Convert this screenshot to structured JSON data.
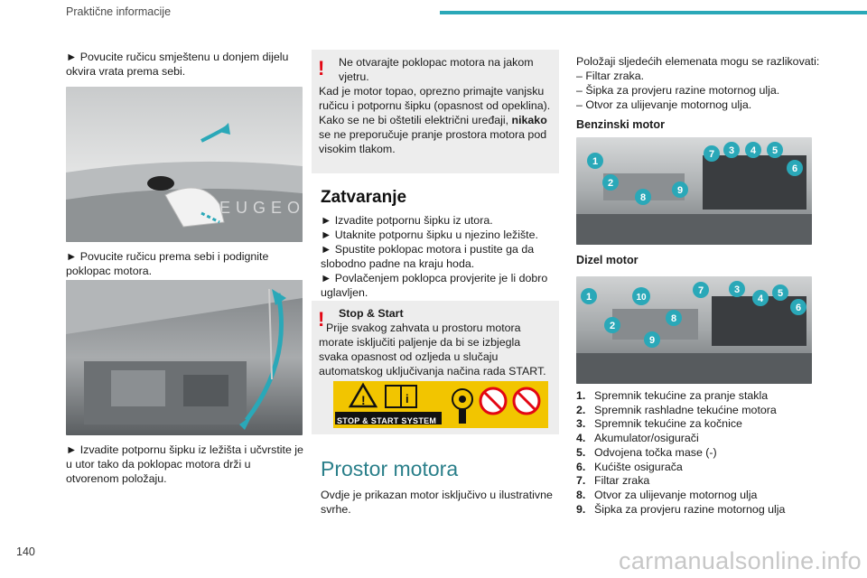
{
  "header": {
    "title": "Praktične informacije"
  },
  "page_number": "140",
  "watermark": "carmanualsonline.info",
  "col1": {
    "step1": "► Povucite ručicu smještenu u donjem dijelu okvira vrata prema sebi.",
    "step2": "► Povucite ručicu prema sebi i podignite poklopac motora.",
    "step3": "► Izvadite potpornu šipku iz ležišta i učvrstite je u utor tako da poklopac motora drži u otvorenom položaju."
  },
  "col2": {
    "warning1": {
      "line1": "Ne otvarajte poklopac motora na jakom vjetru.",
      "line2": "Kad je motor topao, oprezno primajte vanjsku ručicu i potpornu šipku (opasnost od opeklina).",
      "line3_pre": "Kako se ne bi oštetili električni uređaji, ",
      "line3_bold": "nikako",
      "line3_post": " se ne preporučuje pranje prostora motora pod visokim tlakom."
    },
    "closing_title": "Zatvaranje",
    "closing_steps": [
      "► Izvadite potpornu šipku iz utora.",
      "► Utaknite potpornu šipku u njezino ležište.",
      "► Spustite poklopac motora i pustite ga da slobodno padne na kraju hoda.",
      "► Povlačenjem poklopca provjerite je li dobro uglavljen."
    ],
    "warning2": {
      "title": "Stop & Start",
      "text": "Prije svakog zahvata u prostoru motora morate isključiti paljenje da bi se izbjegla svaka opasnost od ozljeda u slučaju automatskog uključivanja načina rada START."
    },
    "sticker_label": "STOP & START SYSTEM",
    "engine_title": "Prostor motora",
    "engine_text": "Ovdje je prikazan motor isključivo u ilustrativne svrhe."
  },
  "col3": {
    "intro": "Položaji sljedećih elemenata mogu se razlikovati:",
    "variants": [
      "– Filtar zraka.",
      "– Šipka za provjeru razine motornog ulja.",
      "– Otvor za ulijevanje motornog ulja."
    ],
    "petrol_title": "Benzinski motor",
    "diesel_title": "Dizel motor",
    "petrol_badges": [
      "1",
      "2",
      "8",
      "9",
      "7",
      "3",
      "4",
      "5",
      "6"
    ],
    "diesel_badges": [
      "1",
      "10",
      "2",
      "8",
      "9",
      "7",
      "3",
      "4",
      "5",
      "6"
    ],
    "items": [
      {
        "n": "1.",
        "t": "Spremnik tekućine za pranje stakla"
      },
      {
        "n": "2.",
        "t": "Spremnik rashladne tekućine motora"
      },
      {
        "n": "3.",
        "t": "Spremnik tekućine za kočnice"
      },
      {
        "n": "4.",
        "t": "Akumulator/osigurači"
      },
      {
        "n": "5.",
        "t": "Odvojena točka mase (-)"
      },
      {
        "n": "6.",
        "t": "Kućište osigurača"
      },
      {
        "n": "7.",
        "t": "Filtar zraka"
      },
      {
        "n": "8.",
        "t": "Otvor za ulijevanje motornog ulja"
      },
      {
        "n": "9.",
        "t": "Šipka za provjeru razine motornog ulja"
      }
    ]
  },
  "colors": {
    "accent": "#2aa8b8",
    "warning": "#e30613",
    "sticker_yellow": "#f2c500"
  }
}
